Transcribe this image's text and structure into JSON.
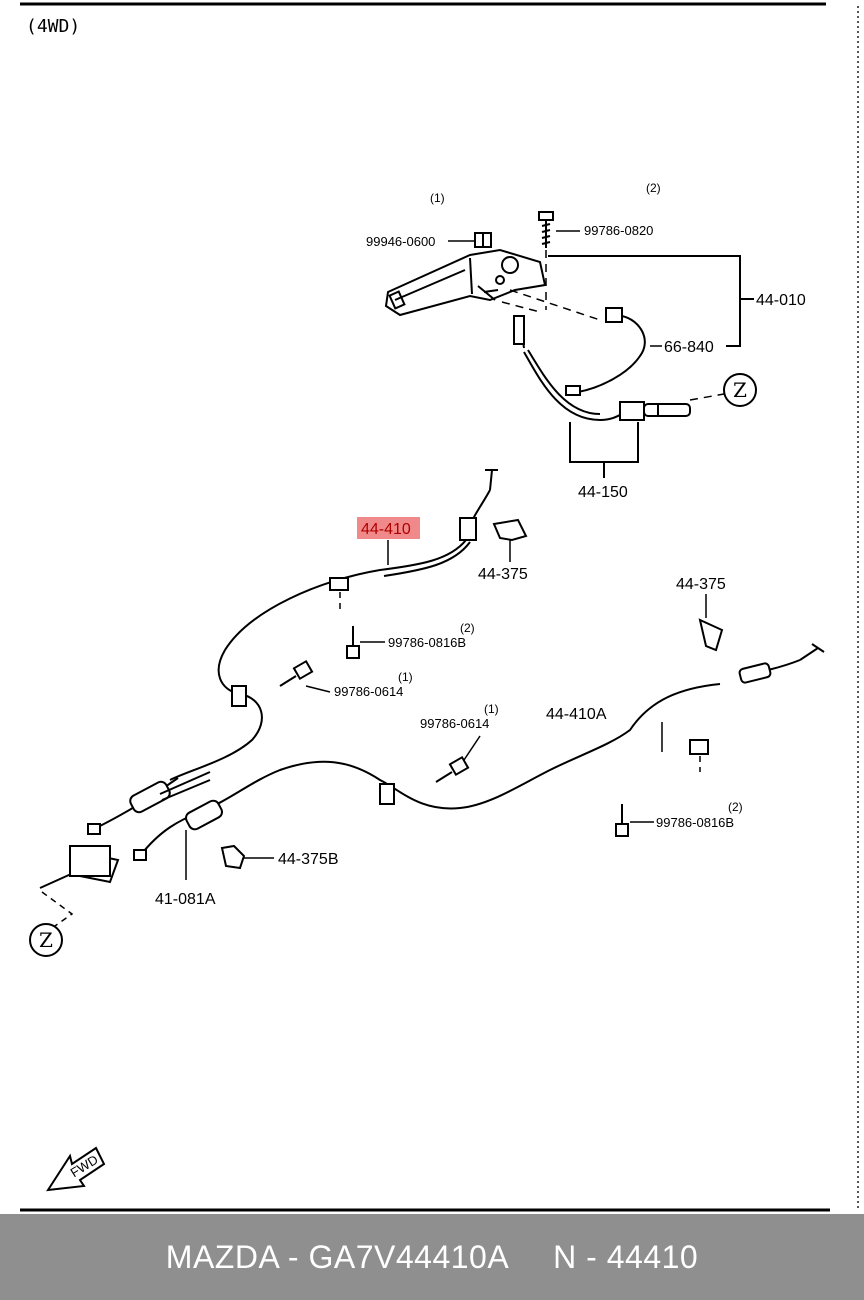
{
  "header": {
    "variant": "(4WD)"
  },
  "labels": {
    "nut_top": {
      "qty": "(1)",
      "part": "99946-0600"
    },
    "bolt_top": {
      "qty": "(2)",
      "part": "99786-0820"
    },
    "lever_assy": "44-010",
    "harness": "66-840",
    "front_cable": "44-150",
    "rear_cable_left": "44-410",
    "clip_left": "44-375",
    "clip_right": "44-375",
    "bolt_mid": {
      "qty": "(2)",
      "part": "99786-0816B"
    },
    "bolt_left": {
      "qty": "(1)",
      "part": "99786-0614"
    },
    "bolt_center": {
      "qty": "(1)",
      "part": "99786-0614"
    },
    "rear_cable_right": "44-410A",
    "bolt_right": {
      "qty": "(2)",
      "part": "99786-0816B"
    },
    "clip_bottom": "44-375B",
    "equalizer": "41-081A",
    "ref_top": "Z",
    "ref_bottom": "Z",
    "fwd": "FWD"
  },
  "highlight": {
    "part": "44-410",
    "color": "#f08a8a"
  },
  "footer": {
    "brand": "MAZDA - GA7V44410A",
    "code": "N - 44410"
  }
}
